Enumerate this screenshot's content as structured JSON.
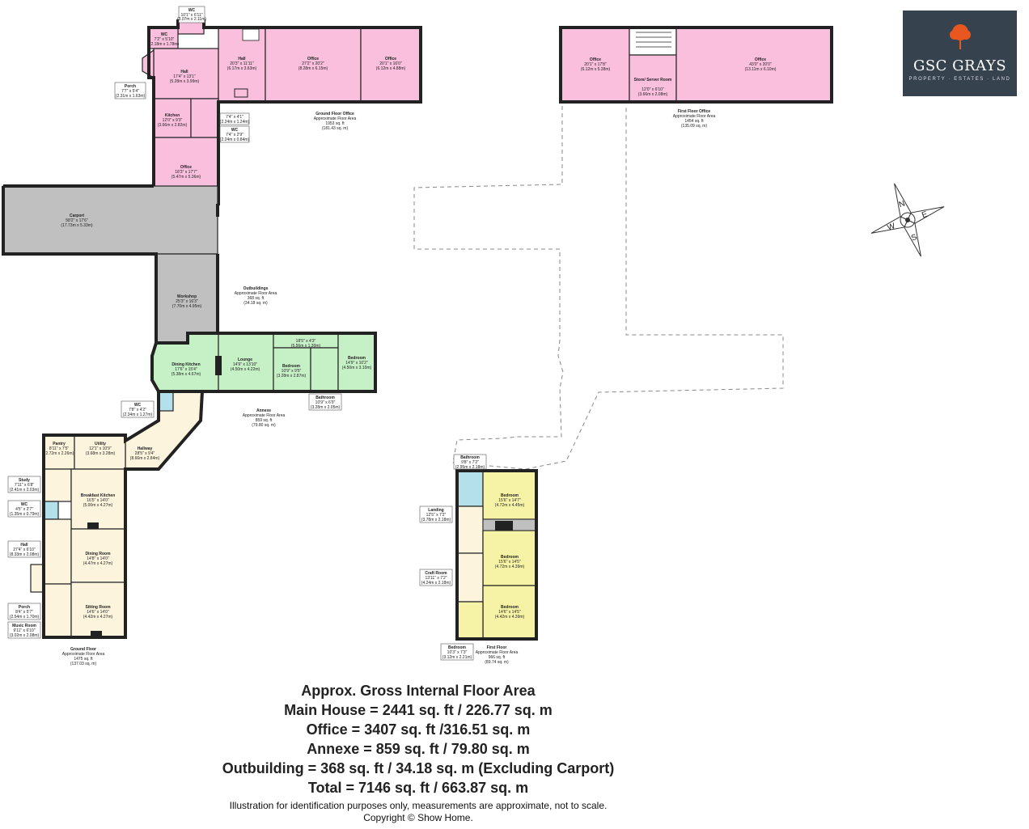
{
  "colors": {
    "office": "#f9bfdd",
    "main_house": "#fcf4dc",
    "annexe": "#c6f0c6",
    "outbuilding": "#c0c0c0",
    "first_floor_bath": "#b3e0ea",
    "first_floor_bed": "#f6f2a6",
    "logo_bg": "#36424d",
    "logo_tree": "#e8571f"
  },
  "logo": {
    "name": "GSC GRAYS",
    "tagline": "PROPERTY · ESTATES · LAND",
    "icon": "tree-icon"
  },
  "compass": {
    "icon": "compass-rose-icon",
    "n": "N",
    "e": "E",
    "s": "S",
    "w": "W"
  },
  "office_ground": {
    "wc": {
      "name": "WC",
      "dim1": "10'1\" x 6'11\"",
      "dim2": "(3.07m x 2.11m)"
    },
    "wc2": {
      "name": "WC",
      "dim1": "7'2\" x 5'10\"",
      "dim2": "(2.18m x 1.78m)"
    },
    "hall_a": {
      "name": "Hall",
      "dim1": "17'4\" x 13'1\"",
      "dim2": "(5.28m x 3.99m)"
    },
    "hall_b": {
      "name": "Hall",
      "dim1": "20'3\" x 11'11\"",
      "dim2": "(6.17m x 3.63m)"
    },
    "office_a": {
      "name": "Office",
      "dim1": "27'2\" x 20'2\"",
      "dim2": "(8.28m x 6.15m)"
    },
    "office_b": {
      "name": "Office",
      "dim1": "20'1\" x 16'0\"",
      "dim2": "(6.12m x 4.88m)"
    },
    "porch": {
      "name": "Porch",
      "dim1": "7'7\" x 5'4\"",
      "dim2": "(2.31m x 1.63m)"
    },
    "kitchen": {
      "name": "Kitchen",
      "dim1": "12'0\" x 9'3\"",
      "dim2": "(3.66m x 2.82m)"
    },
    "small": {
      "dim1": "7'4\" x 4'1\"",
      "dim2": "(2.24m x 1.24m)"
    },
    "wc3": {
      "name": "WC",
      "dim1": "7'4\" x 2'9\"",
      "dim2": "(2.24m x 0.84m)"
    },
    "office_c": {
      "name": "Office",
      "dim1": "18'3\" x 17'7\"",
      "dim2": "(5.47m x 5.36m)"
    },
    "area": {
      "title": "Ground Floor Office",
      "sub": "Approximate Floor Area",
      "ft": "1953 sq. ft",
      "m": "(181.43 sq. m)"
    }
  },
  "office_first": {
    "office_a": {
      "name": "Office",
      "dim1": "20'1\" x 17'8\"",
      "dim2": "(6.12m x 5.38m)"
    },
    "store": {
      "name": "Store/ Server Room",
      "dim1": "12'0\" x 6'10\"",
      "dim2": "(3.66m x 2.08m)"
    },
    "office_b": {
      "name": "Office",
      "dim1": "43'0\" x 20'0\"",
      "dim2": "(13.11m x 6.10m)"
    },
    "area": {
      "title": "First Floor Office",
      "sub": "Approximate Floor Area",
      "ft": "1454 sq. ft",
      "m": "(135.09 sq. m)"
    }
  },
  "outbuildings": {
    "carport": {
      "name": "Carport",
      "dim1": "58'2\" x 17'6\"",
      "dim2": "(17.73m x 5.33m)"
    },
    "workshop": {
      "name": "Workshop",
      "dim1": "25'3\" x 16'3\"",
      "dim2": "(7.70m x 4.95m)"
    },
    "area": {
      "title": "Outbuildings",
      "sub": "Approximate Floor Area",
      "ft": "368 sq. ft",
      "m": "(34.18 sq. m)"
    }
  },
  "annexe": {
    "dining_kitchen": {
      "name": "Dining Kitchen",
      "dim1": "17'6\" x 15'4\"",
      "dim2": "(5.38m x 4.67m)"
    },
    "lounge": {
      "name": "Lounge",
      "dim1": "14'9\" x 13'10\"",
      "dim2": "(4.50m x 4.22m)"
    },
    "bedroom_a": {
      "name": "Bedroom",
      "dim1": "10'9\" x 9'5\"",
      "dim2": "(3.28m x 2.87m)"
    },
    "hall": {
      "dim1": "18'5\" x 4'3\"",
      "dim2": "(5.56m x 1.30m)"
    },
    "bedroom_b": {
      "name": "Bedroom",
      "dim1": "14'9\" x 10'2\"",
      "dim2": "(4.50m x 3.10m)"
    },
    "bathroom": {
      "name": "Bathroom",
      "dim1": "10'9\" x 6'9\"",
      "dim2": "(3.28m x 2.05m)"
    },
    "area": {
      "title": "Annexe",
      "sub": "Approximate Floor Area",
      "ft": "859 sq. ft",
      "m": "(79.80 sq. m)"
    }
  },
  "main_ground": {
    "wc": {
      "name": "WC",
      "dim1": "7'8\" x 4'2\"",
      "dim2": "(2.34m x 1.27m)"
    },
    "pantry": {
      "name": "Pantry",
      "dim1": "8'11\" x 7'5\"",
      "dim2": "(2.72m x 2.26m)"
    },
    "utility": {
      "name": "Utility",
      "dim1": "12'1\" x 10'9\"",
      "dim2": "(3.68m x 3.28m)"
    },
    "hallway": {
      "name": "Hallway",
      "dim1": "28'5\" x 9'4\"",
      "dim2": "(8.66m x 2.84m)"
    },
    "study": {
      "name": "Study",
      "dim1": "7'11\" x 6'8\"",
      "dim2": "(2.41m x 2.03m)"
    },
    "breakfast": {
      "name": "Breakfast Kitchen",
      "dim1": "16'5\" x 14'0\"",
      "dim2": "(5.00m x 4.27m)"
    },
    "wc2": {
      "name": "WC",
      "dim1": "4'5\" x 2'7\"",
      "dim2": "(1.35m x 0.79m)"
    },
    "hall": {
      "name": "Hall",
      "dim1": "27'4\" x 6'10\"",
      "dim2": "(8.33m x 2.08m)"
    },
    "dining": {
      "name": "Dining Room",
      "dim1": "14'8\" x 14'0\"",
      "dim2": "(4.47m x 4.27m)"
    },
    "porch": {
      "name": "Porch",
      "dim1": "8'4\" x 5'7\"",
      "dim2": "(2.54m x 1.70m)"
    },
    "sitting": {
      "name": "Sitting Room",
      "dim1": "14'6\" x 14'0\"",
      "dim2": "(4.42m x 4.27m)"
    },
    "music": {
      "name": "Music Room",
      "dim1": "9'11\" x 6'10\"",
      "dim2": "(3.02m x 2.08m)"
    },
    "area": {
      "title": "Ground Floor",
      "sub": "Approximate Floor Area",
      "ft": "1475 sq. ft",
      "m": "(137.03 sq. m)"
    }
  },
  "main_first": {
    "bathroom": {
      "name": "Bathroom",
      "dim1": "9'8\" x 7'2\"",
      "dim2": "(2.95m x 2.18m)"
    },
    "bedroom_a": {
      "name": "Bedroom",
      "dim1": "15'6\" x 14'7\"",
      "dim2": "(4.72m x 4.45m)"
    },
    "landing": {
      "name": "Landing",
      "dim1": "12'5\" x 7'2\"",
      "dim2": "(3.78m x 2.18m)"
    },
    "bedroom_b": {
      "name": "Bedroom",
      "dim1": "15'6\" x 14'5\"",
      "dim2": "(4.72m x 4.39m)"
    },
    "craft": {
      "name": "Craft Room",
      "dim1": "13'11\" x 7'2\"",
      "dim2": "(4.24m x 2.18m)"
    },
    "bedroom_c": {
      "name": "Bedroom",
      "dim1": "14'6\" x 14'5\"",
      "dim2": "(4.42m x 4.39m)"
    },
    "bedroom_d": {
      "name": "Bedroom",
      "dim1": "10'3\" x 7'3\"",
      "dim2": "(3.12m x 2.21m)"
    },
    "area": {
      "title": "First Floor",
      "sub": "Approximate Floor Area",
      "ft": "966 sq. ft",
      "m": "(89.74 sq. m)"
    }
  },
  "summary": {
    "title": "Approx. Gross Internal Floor Area",
    "main_house": "Main House = 2441 sq. ft / 226.77 sq. m",
    "office": "Office = 3407 sq. ft /316.51 sq. m",
    "annexe": "Annexe = 859 sq. ft / 79.80 sq. m",
    "outbuilding": "Outbuilding = 368 sq. ft / 34.18 sq. m (Excluding Carport)",
    "total": "Total = 7146 sq. ft / 663.87 sq. m",
    "disclaimer": "Illustration for identification purposes only, measurements are approximate, not to scale.",
    "copyright": "Copyright © Show Home."
  }
}
